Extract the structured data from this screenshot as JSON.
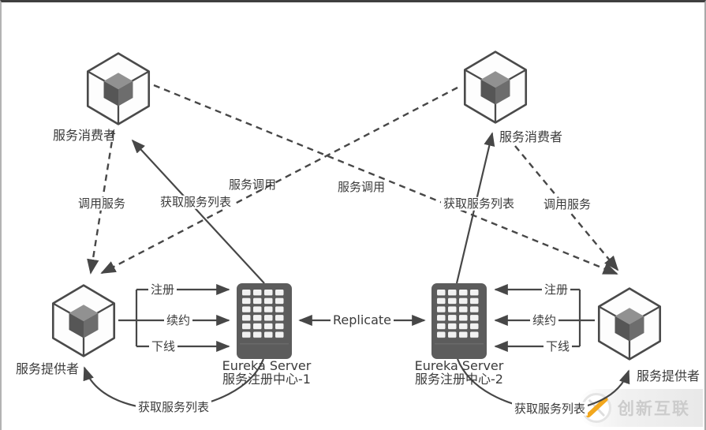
{
  "nodes": {
    "consumer_left": {
      "label": "服务消费者"
    },
    "consumer_right": {
      "label": "服务消费者"
    },
    "provider_left": {
      "label": "服务提供者"
    },
    "provider_right": {
      "label": "服务提供者"
    },
    "server_left": {
      "title": "Eureka Server",
      "subtitle": "服务注册中心-1"
    },
    "server_right": {
      "title": "Eureka Server",
      "subtitle": "服务注册中心-2"
    }
  },
  "edges": {
    "replicate": "Replicate",
    "register_left": "注册",
    "renew_left": "续约",
    "offline_left": "下线",
    "register_right": "注册",
    "renew_right": "续约",
    "offline_right": "下线",
    "call_service_left": "调用服务",
    "call_service_right": "调用服务",
    "service_invoke_left": "服务调用",
    "service_invoke_right": "服务调用",
    "get_list_top_left": "获取服务列表",
    "get_list_top_right": "获取服务列表",
    "get_list_bottom_left": "获取服务列表",
    "get_list_bottom_right": "获取服务列表"
  },
  "watermark": {
    "brand": "创新互联"
  },
  "colors": {
    "line": "#474747",
    "text": "#3b3b3b",
    "server_fill": "#5c5c5c",
    "cube_top": "#919191",
    "cube_left": "#565656",
    "cube_right": "#6d6d6d",
    "accent_orange": "#f2a71d",
    "watermark_text": "#cccccc"
  }
}
